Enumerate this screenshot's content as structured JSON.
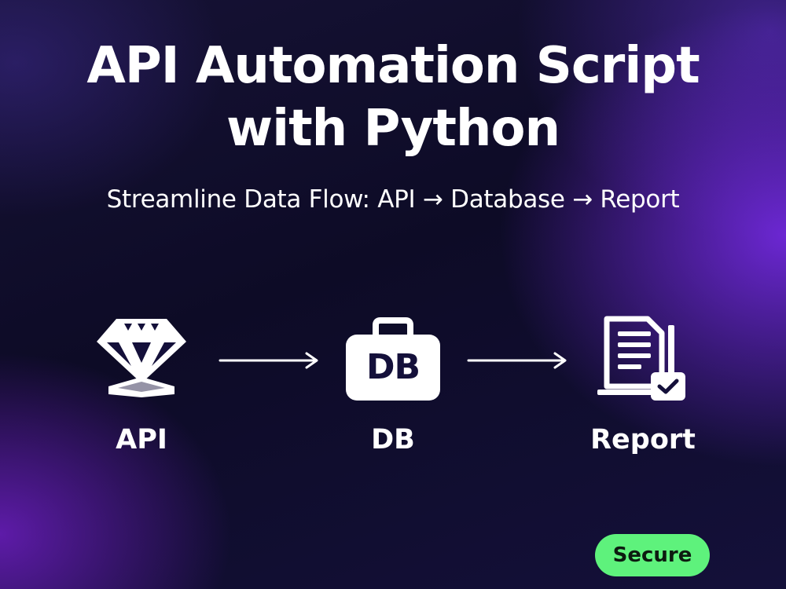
{
  "header": {
    "title_line1": "API Automation Script",
    "title_line2": "with Python",
    "subtitle": "Streamline Data Flow: API → Database → Report"
  },
  "flow": {
    "nodes": [
      {
        "label": "API",
        "icon": "gem-icon"
      },
      {
        "label": "DB",
        "icon": "db-case-icon",
        "icon_text": "DB"
      },
      {
        "label": "Report",
        "icon": "report-document-icon"
      }
    ]
  },
  "badge": {
    "label": "Secure",
    "color": "#5ef27c"
  }
}
